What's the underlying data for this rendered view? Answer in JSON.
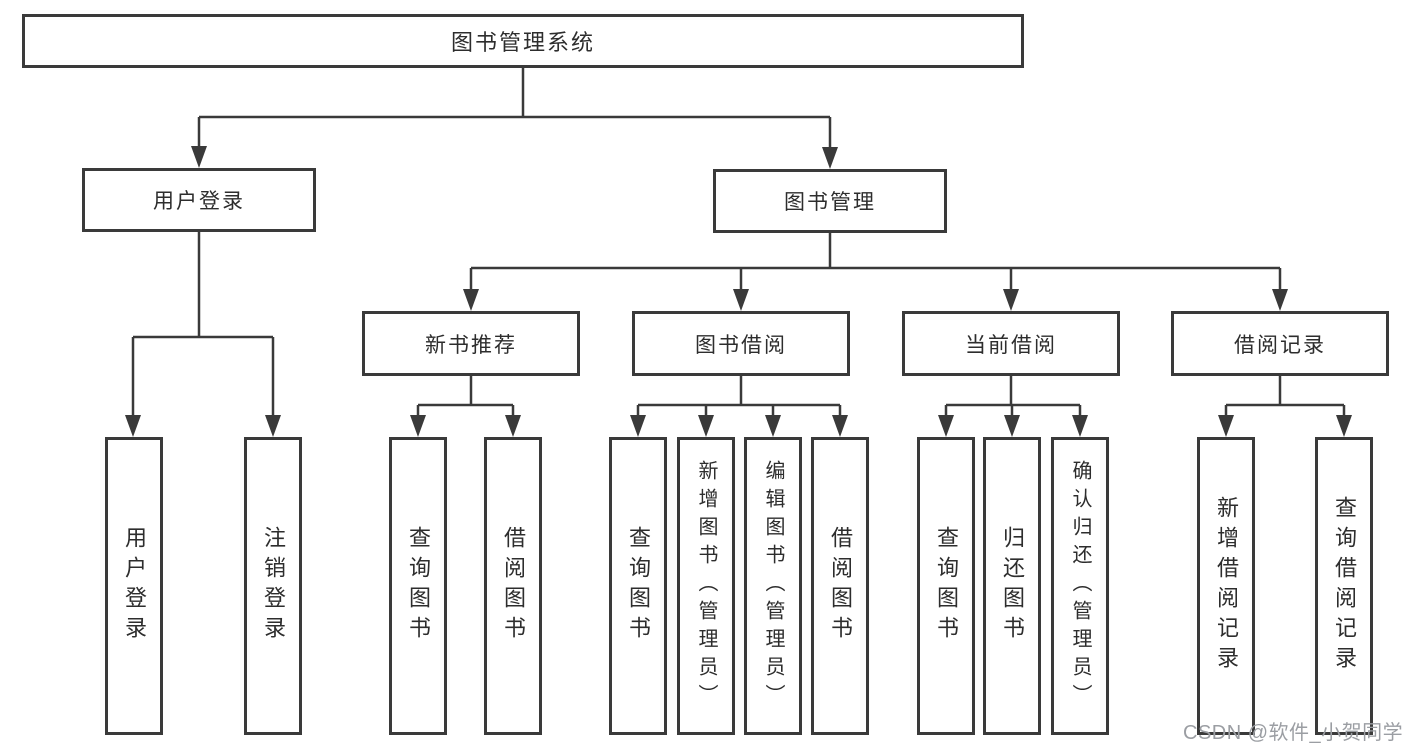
{
  "diagram": {
    "type": "tree",
    "title": "图书管理系统",
    "colors": {
      "line": "#3a3a3a",
      "box_border": "#3a3a3a",
      "box_background": "#ffffff",
      "text": "#2d2d2d",
      "watermark": "#9b9ea3"
    },
    "watermark": "CSDN @软件_小贺同学",
    "tree": {
      "label": "图书管理系统",
      "children": [
        {
          "label": "用户登录",
          "children": [
            {
              "label": "用户登录"
            },
            {
              "label": "注销登录"
            }
          ]
        },
        {
          "label": "图书管理",
          "children": [
            {
              "label": "新书推荐",
              "children": [
                {
                  "label": "查询图书"
                },
                {
                  "label": "借阅图书"
                }
              ]
            },
            {
              "label": "图书借阅",
              "children": [
                {
                  "label": "查询图书"
                },
                {
                  "label": "新增图书（管理员）"
                },
                {
                  "label": "编辑图书（管理员）"
                },
                {
                  "label": "借阅图书"
                }
              ]
            },
            {
              "label": "当前借阅",
              "children": [
                {
                  "label": "查询图书"
                },
                {
                  "label": "归还图书"
                },
                {
                  "label": "确认归还（管理员）"
                }
              ]
            },
            {
              "label": "借阅记录",
              "children": [
                {
                  "label": "新增借阅记录"
                },
                {
                  "label": "查询借阅记录"
                }
              ]
            }
          ]
        }
      ]
    }
  }
}
